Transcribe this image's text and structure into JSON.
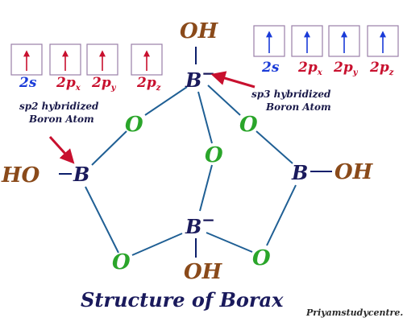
{
  "diagram": {
    "title": "Structure of Borax",
    "watermark": "Priyamstudycentre.com",
    "atoms": {
      "oh_top": "OH",
      "oh_right": "OH",
      "oh_bottom": "OH",
      "ho_left": "HO",
      "boron": "B",
      "charge": "−",
      "oxygen": "O"
    },
    "left_orbitals": {
      "labels": [
        "2s",
        "2p",
        "2p",
        "2p"
      ],
      "subscripts": [
        "",
        "x",
        "y",
        "z"
      ],
      "colors": [
        "#c8102e"
      ],
      "note_line1": "sp2 hybridized",
      "note_line2": "Boron Atom"
    },
    "right_orbitals": {
      "labels": [
        "2s",
        "2p",
        "2p",
        "2p"
      ],
      "subscripts": [
        "",
        "x",
        "y",
        "z"
      ],
      "colors": [
        "#1a3bd8"
      ],
      "note_line1": "sp3 hybridized",
      "note_line2": "Boron Atom"
    },
    "colors": {
      "oxygen": "#2aa52a",
      "boron": "#1a1a5c",
      "hydroxyl": "#8a4a1a",
      "arrow": "#c8102e",
      "bond": "#1f5f94"
    }
  }
}
